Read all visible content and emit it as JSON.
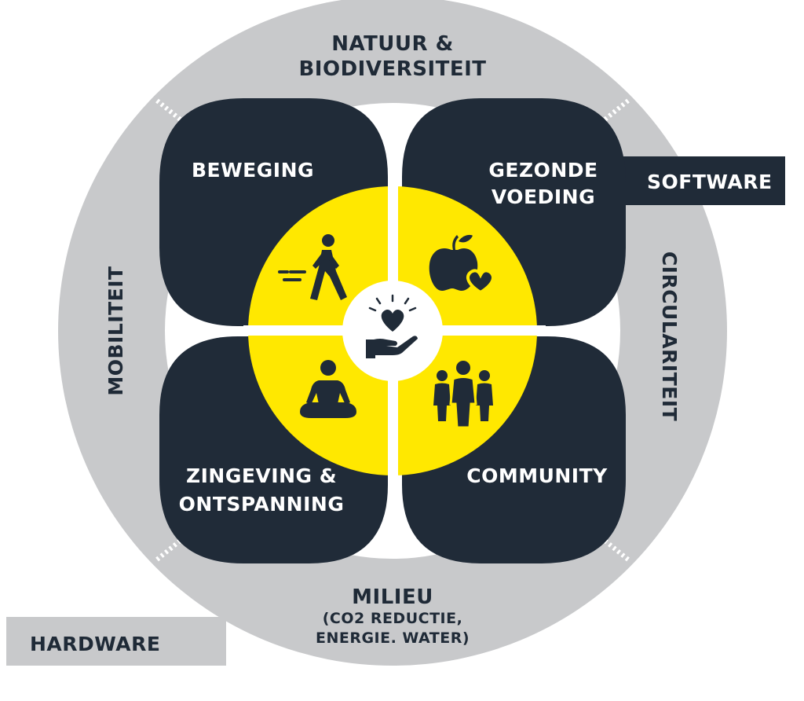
{
  "colors": {
    "dark": "#202b38",
    "ring": "#c8c9cb",
    "yellow": "#ffe800",
    "white": "#ffffff"
  },
  "ring": {
    "top_line1": "NATUUR &",
    "top_line2": "BIODIVERSITEIT",
    "left": "MOBILITEIT",
    "right": "CIRCULARITEIT",
    "bottom_line1": "MILIEU",
    "bottom_line2": "(CO2 REDUCTIE,",
    "bottom_line3": "ENERGIE. WATER)"
  },
  "tabs": {
    "software": "SOFTWARE",
    "hardware": "HARDWARE"
  },
  "quadrants": {
    "top_left": "BEWEGING",
    "top_right_line1": "GEZONDE",
    "top_right_line2": "VOEDING",
    "bottom_left_line1": "ZINGEVING &",
    "bottom_left_line2": "ONTSPANNING",
    "bottom_right": "COMMUNITY"
  },
  "icons": {
    "top_left": "walking-person-icon",
    "top_right": "apple-heart-icon",
    "bottom_left": "meditation-icon",
    "bottom_right": "group-people-icon",
    "center": "heart-in-hand-icon"
  }
}
